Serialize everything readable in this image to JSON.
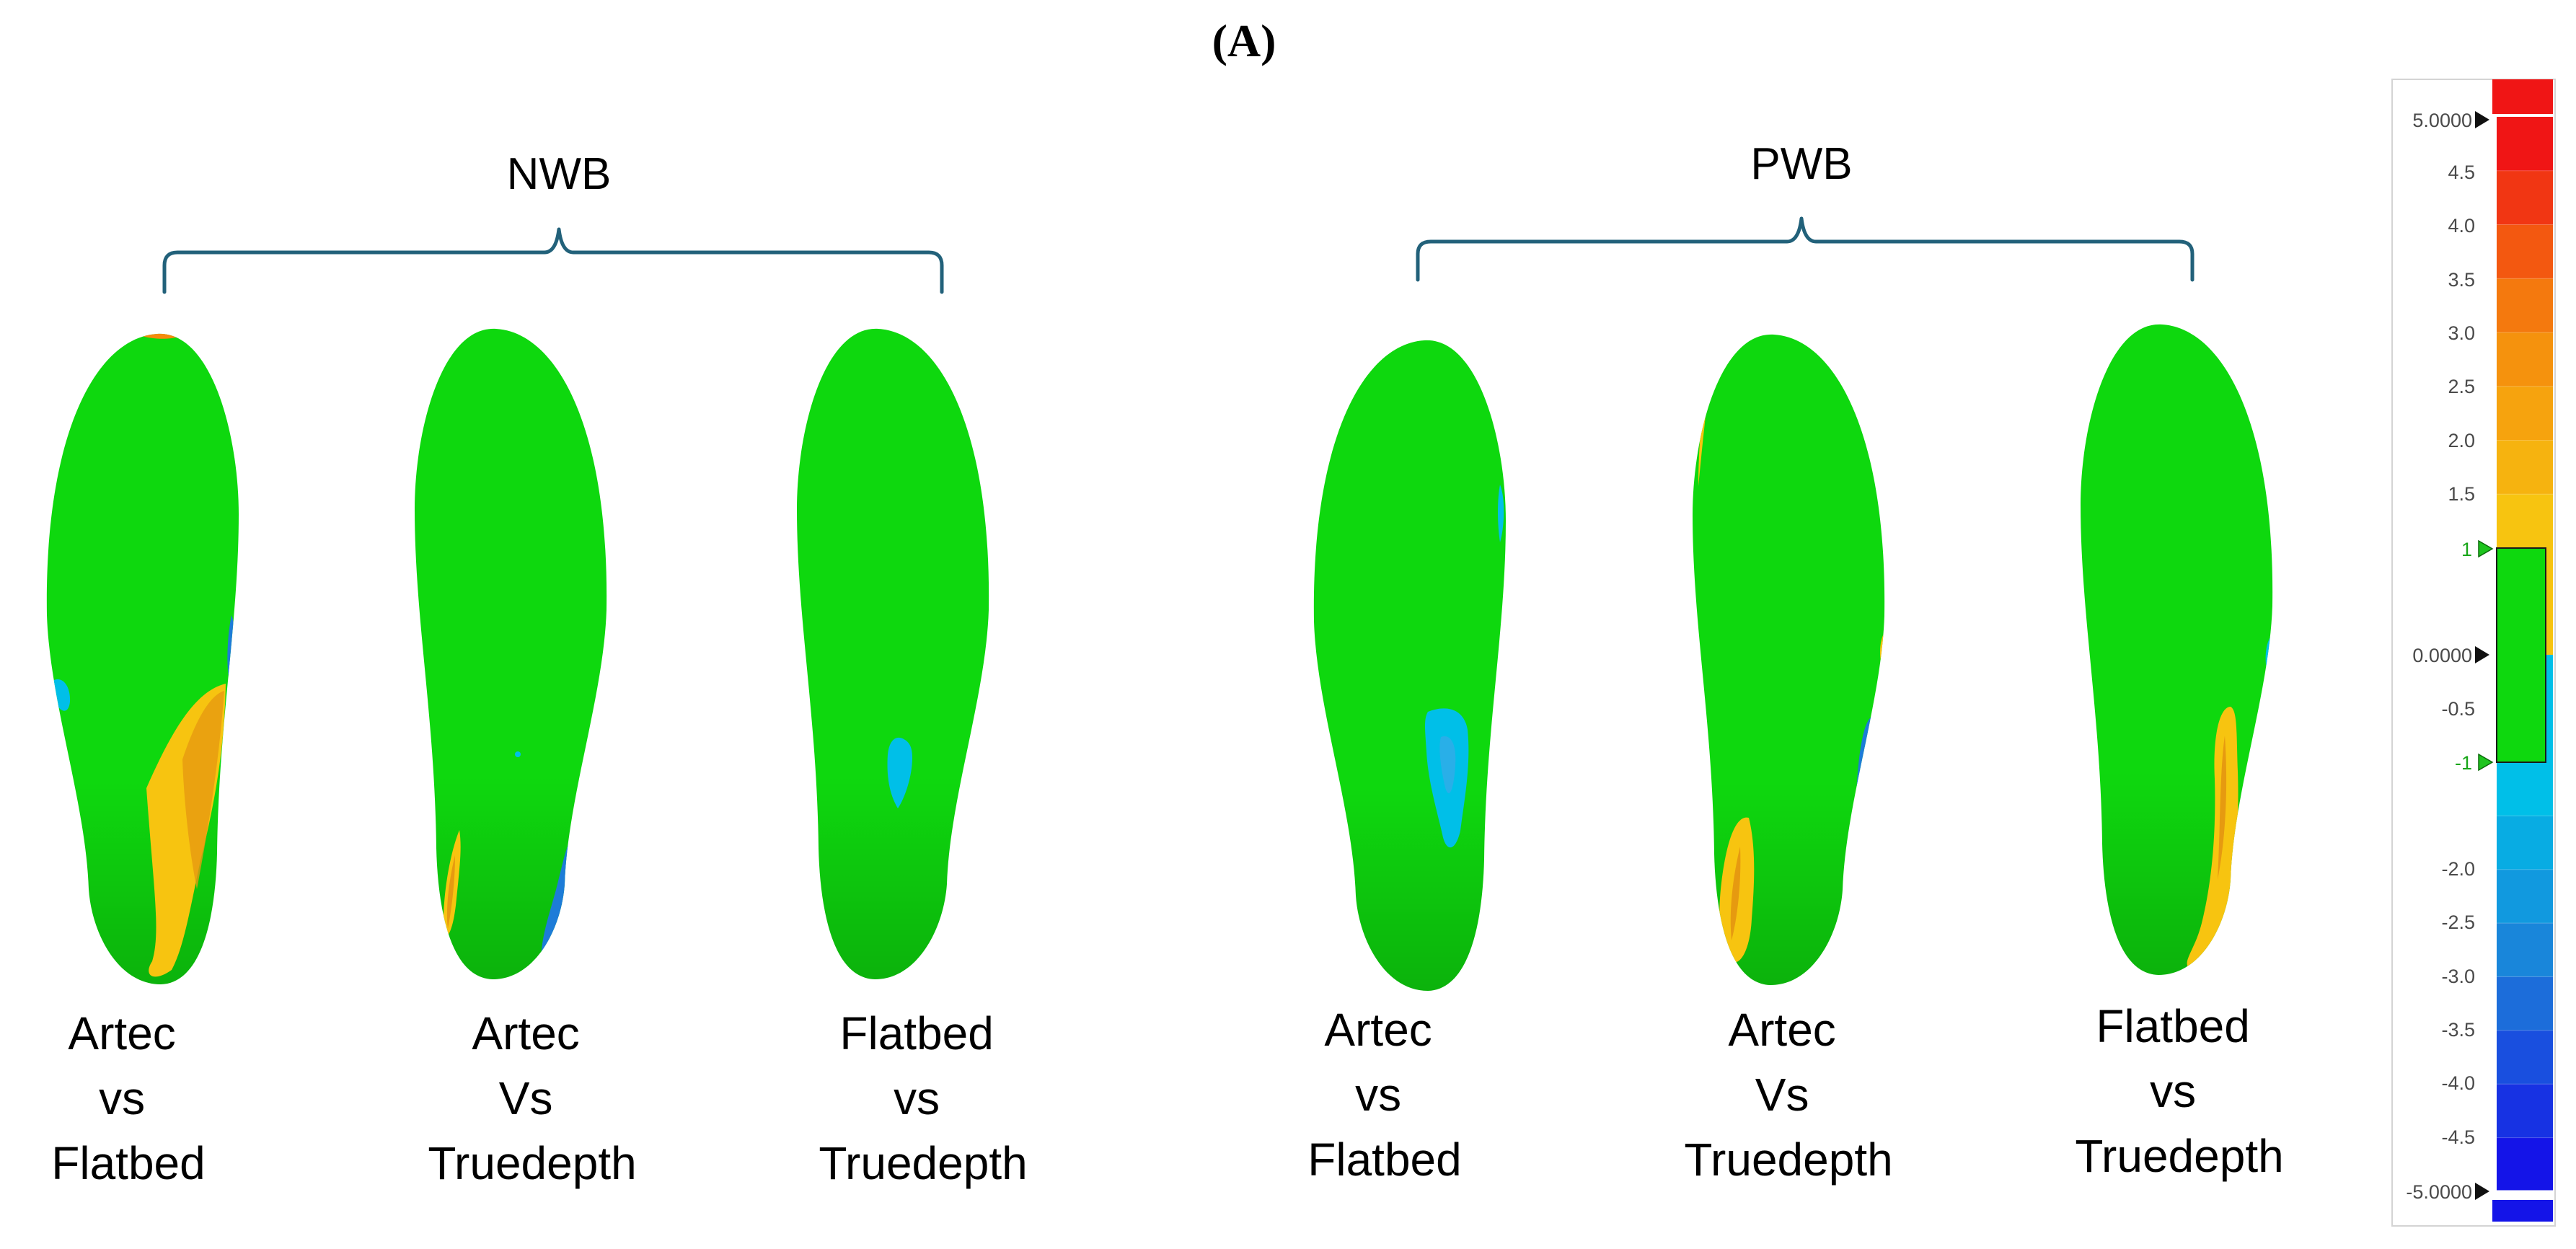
{
  "figure": {
    "panel_label": "(A)",
    "groups": [
      {
        "label": "NWB",
        "comparisons": [
          {
            "lines": [
              "Artec",
              "vs",
              "Flatbed"
            ]
          },
          {
            "lines": [
              "Artec",
              "Vs",
              "Truedepth"
            ]
          },
          {
            "lines": [
              "Flatbed",
              "vs",
              "Truedepth"
            ]
          }
        ]
      },
      {
        "label": "PWB",
        "comparisons": [
          {
            "lines": [
              "Artec",
              "vs",
              "Flatbed"
            ]
          },
          {
            "lines": [
              "Artec",
              "Vs",
              "Truedepth"
            ]
          },
          {
            "lines": [
              "Flatbed",
              "vs",
              "Truedepth"
            ]
          }
        ]
      }
    ]
  },
  "color_scale": {
    "max_label": "5.0000",
    "min_label": "-5.0000",
    "zero_label": "0.0000",
    "upper_threshold_label": "1",
    "lower_threshold_label": "-1",
    "positive_tick_labels": [
      "4.5",
      "4.0",
      "3.5",
      "3.0",
      "2.5",
      "2.0",
      "1.5"
    ],
    "negative_tick_labels": [
      "-0.5",
      "-2.0",
      "-2.5",
      "-3.0",
      "-3.5",
      "-4.0",
      "-4.5"
    ],
    "colors": {
      "in_tolerance": "#0ed80e",
      "positive_max": "#f01515",
      "positive_mid": "#f58a0d",
      "positive_low": "#f7c410",
      "negative_low": "#00bfe8",
      "negative_mid": "#1d7cd8",
      "negative_max": "#1414e8"
    }
  }
}
